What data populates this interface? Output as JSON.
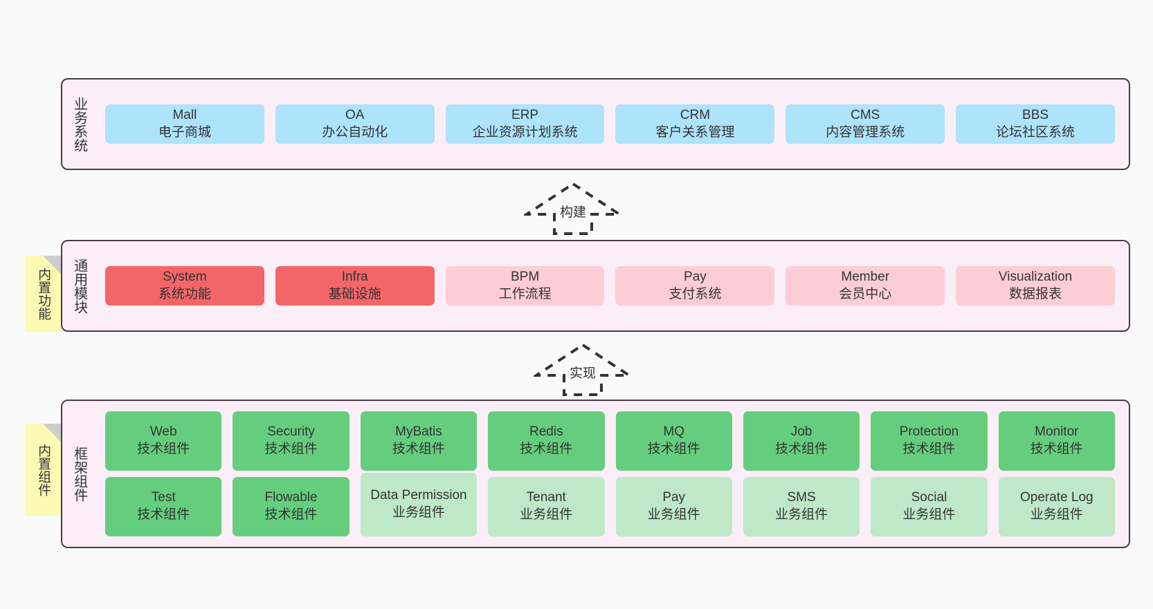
{
  "canvas": {
    "background": "#fafafa",
    "panel_fill": "#fbeef7",
    "panel_border": "#4a3b45",
    "note_fill": "#fcfab2",
    "note_fold": "#cdcdcd"
  },
  "layers": [
    {
      "id": "business-systems",
      "title": "业务系统",
      "rows": [
        [
          {
            "en": "Mall",
            "cn": "电子商城",
            "color": "#ade3fb",
            "style": "blue"
          },
          {
            "en": "OA",
            "cn": "办公自动化",
            "color": "#ade3fb",
            "style": "blue"
          },
          {
            "en": "ERP",
            "cn": "企业资源计划系统",
            "color": "#ade3fb",
            "style": "blue"
          },
          {
            "en": "CRM",
            "cn": "客户关系管理",
            "color": "#ade3fb",
            "style": "blue"
          },
          {
            "en": "CMS",
            "cn": "内容管理系统",
            "color": "#ade3fb",
            "style": "blue"
          },
          {
            "en": "BBS",
            "cn": "论坛社区系统",
            "color": "#ade3fb",
            "style": "blue"
          }
        ]
      ]
    },
    {
      "id": "common-modules",
      "title": "通用模块",
      "note": "内置功能",
      "rows": [
        [
          {
            "en": "System",
            "cn": "系统功能",
            "color": "#f2666a",
            "style": "red"
          },
          {
            "en": "Infra",
            "cn": "基础设施",
            "color": "#f2666a",
            "style": "red"
          },
          {
            "en": "BPM",
            "cn": "工作流程",
            "color": "#fccdd4",
            "style": "pink"
          },
          {
            "en": "Pay",
            "cn": "支付系统",
            "color": "#fccdd4",
            "style": "pink"
          },
          {
            "en": "Member",
            "cn": "会员中心",
            "color": "#fccdd4",
            "style": "pink"
          },
          {
            "en": "Visualization",
            "cn": "数据报表",
            "color": "#fccdd4",
            "style": "pink"
          }
        ]
      ]
    },
    {
      "id": "framework-components",
      "title": "框架组件",
      "note": "内置组件",
      "rows": [
        [
          {
            "en": "Web",
            "cn": "技术组件",
            "color": "#65ce7e",
            "style": "green"
          },
          {
            "en": "Security",
            "cn": "技术组件",
            "color": "#65ce7e",
            "style": "green"
          },
          {
            "en": "MyBatis",
            "cn": "技术组件",
            "color": "#65ce7e",
            "style": "green"
          },
          {
            "en": "Redis",
            "cn": "技术组件",
            "color": "#65ce7e",
            "style": "green"
          },
          {
            "en": "MQ",
            "cn": "技术组件",
            "color": "#65ce7e",
            "style": "green"
          },
          {
            "en": "Job",
            "cn": "技术组件",
            "color": "#65ce7e",
            "style": "green"
          },
          {
            "en": "Protection",
            "cn": "技术组件",
            "color": "#65ce7e",
            "style": "green"
          },
          {
            "en": "Monitor",
            "cn": "技术组件",
            "color": "#65ce7e",
            "style": "green"
          }
        ],
        [
          {
            "en": "Test",
            "cn": "技术组件",
            "color": "#65ce7e",
            "style": "green"
          },
          {
            "en": "Flowable",
            "cn": "技术组件",
            "color": "#65ce7e",
            "style": "green"
          },
          {
            "en": "Data Permission",
            "cn": "业务组件",
            "color": "#bfe8c8",
            "style": "lgreen"
          },
          {
            "en": "Tenant",
            "cn": "业务组件",
            "color": "#bfe8c8",
            "style": "lgreen"
          },
          {
            "en": "Pay",
            "cn": "业务组件",
            "color": "#bfe8c8",
            "style": "lgreen"
          },
          {
            "en": "SMS",
            "cn": "业务组件",
            "color": "#bfe8c8",
            "style": "lgreen"
          },
          {
            "en": "Social",
            "cn": "业务组件",
            "color": "#bfe8c8",
            "style": "lgreen"
          },
          {
            "en": "Operate Log",
            "cn": "业务组件",
            "color": "#bfe8c8",
            "style": "lgreen"
          }
        ]
      ]
    }
  ],
  "arrows": [
    {
      "id": "build-arrow",
      "label": "构建",
      "direction": "up"
    },
    {
      "id": "implement-arrow",
      "label": "实现",
      "direction": "up"
    }
  ]
}
